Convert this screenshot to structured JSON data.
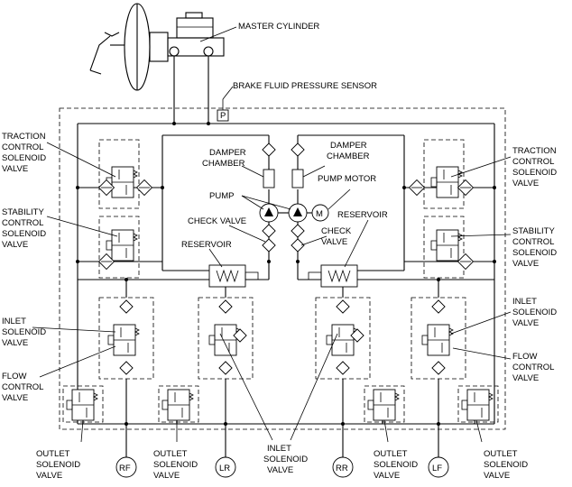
{
  "labels": {
    "master_cylinder": "MASTER CYLINDER",
    "brake_fluid_pressure_sensor": "BRAKE FLUID PRESSURE SENSOR",
    "pressure_sensor_symbol": "P",
    "traction_control_solenoid_valve": [
      "TRACTION",
      "CONTROL",
      "SOLENOID",
      "VALVE"
    ],
    "stability_control_solenoid_valve": [
      "STABILITY",
      "CONTROL",
      "SOLENOID",
      "VALVE"
    ],
    "damper_chamber": [
      "DAMPER",
      "CHAMBER"
    ],
    "pump_motor": "PUMP MOTOR",
    "motor_symbol": "M",
    "pump": "PUMP",
    "check_valve_left": "CHECK VALVE",
    "check_valve_right": [
      "CHECK",
      "VALVE"
    ],
    "reservoir": "RESERVOIR",
    "inlet_solenoid_valve": [
      "INLET",
      "SOLENOID",
      "VALVE"
    ],
    "flow_control_valve": [
      "FLOW",
      "CONTROL",
      "VALVE"
    ],
    "outlet_solenoid_valve": [
      "OUTLET",
      "SOLENOID",
      "VALVE"
    ]
  },
  "wheels": [
    "RF",
    "LR",
    "RR",
    "LF"
  ]
}
